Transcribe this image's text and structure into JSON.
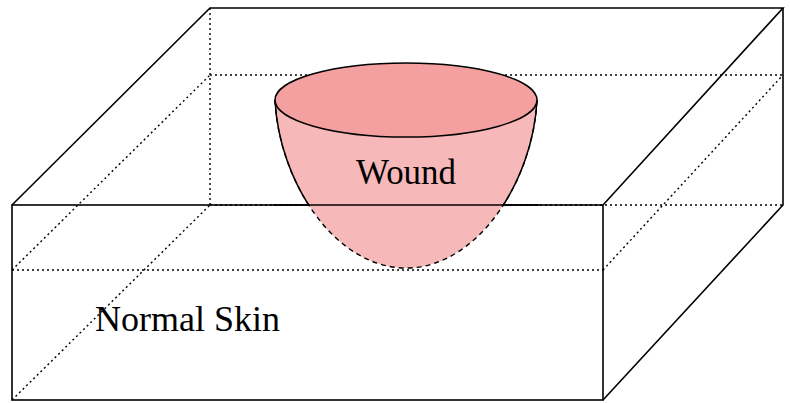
{
  "diagram": {
    "nodes": [
      {
        "text": [
          "Normal Skin"
        ]
      },
      {
        "text": [
          "Wound"
        ],
        "in": 0
      }
    ]
  }
}
